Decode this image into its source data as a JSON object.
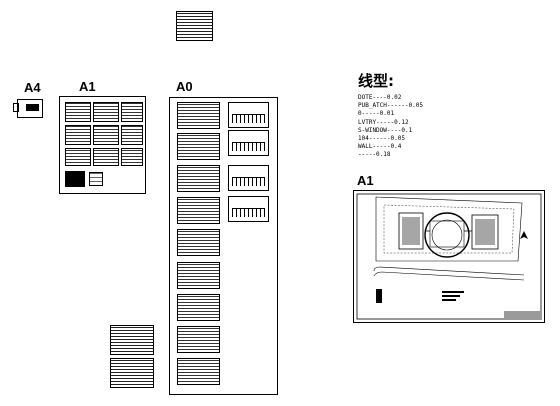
{
  "labels": {
    "a4": "A4",
    "a1_left": "A1",
    "a0": "A0",
    "a1_right": "A1"
  },
  "line_weights": {
    "title": "线型:",
    "rows": [
      "DOTE----0.02",
      "PUB_ATCH------0.05",
      "0-----0.01",
      "LVTRY-----0.12",
      "S-WINDOW----0.1",
      "104------0.05",
      "WALL-----0.4",
      "-----0.18"
    ]
  },
  "colors": {
    "ink": "#000000",
    "paper": "#ffffff",
    "stamp_gray": "#9a9a9a"
  }
}
